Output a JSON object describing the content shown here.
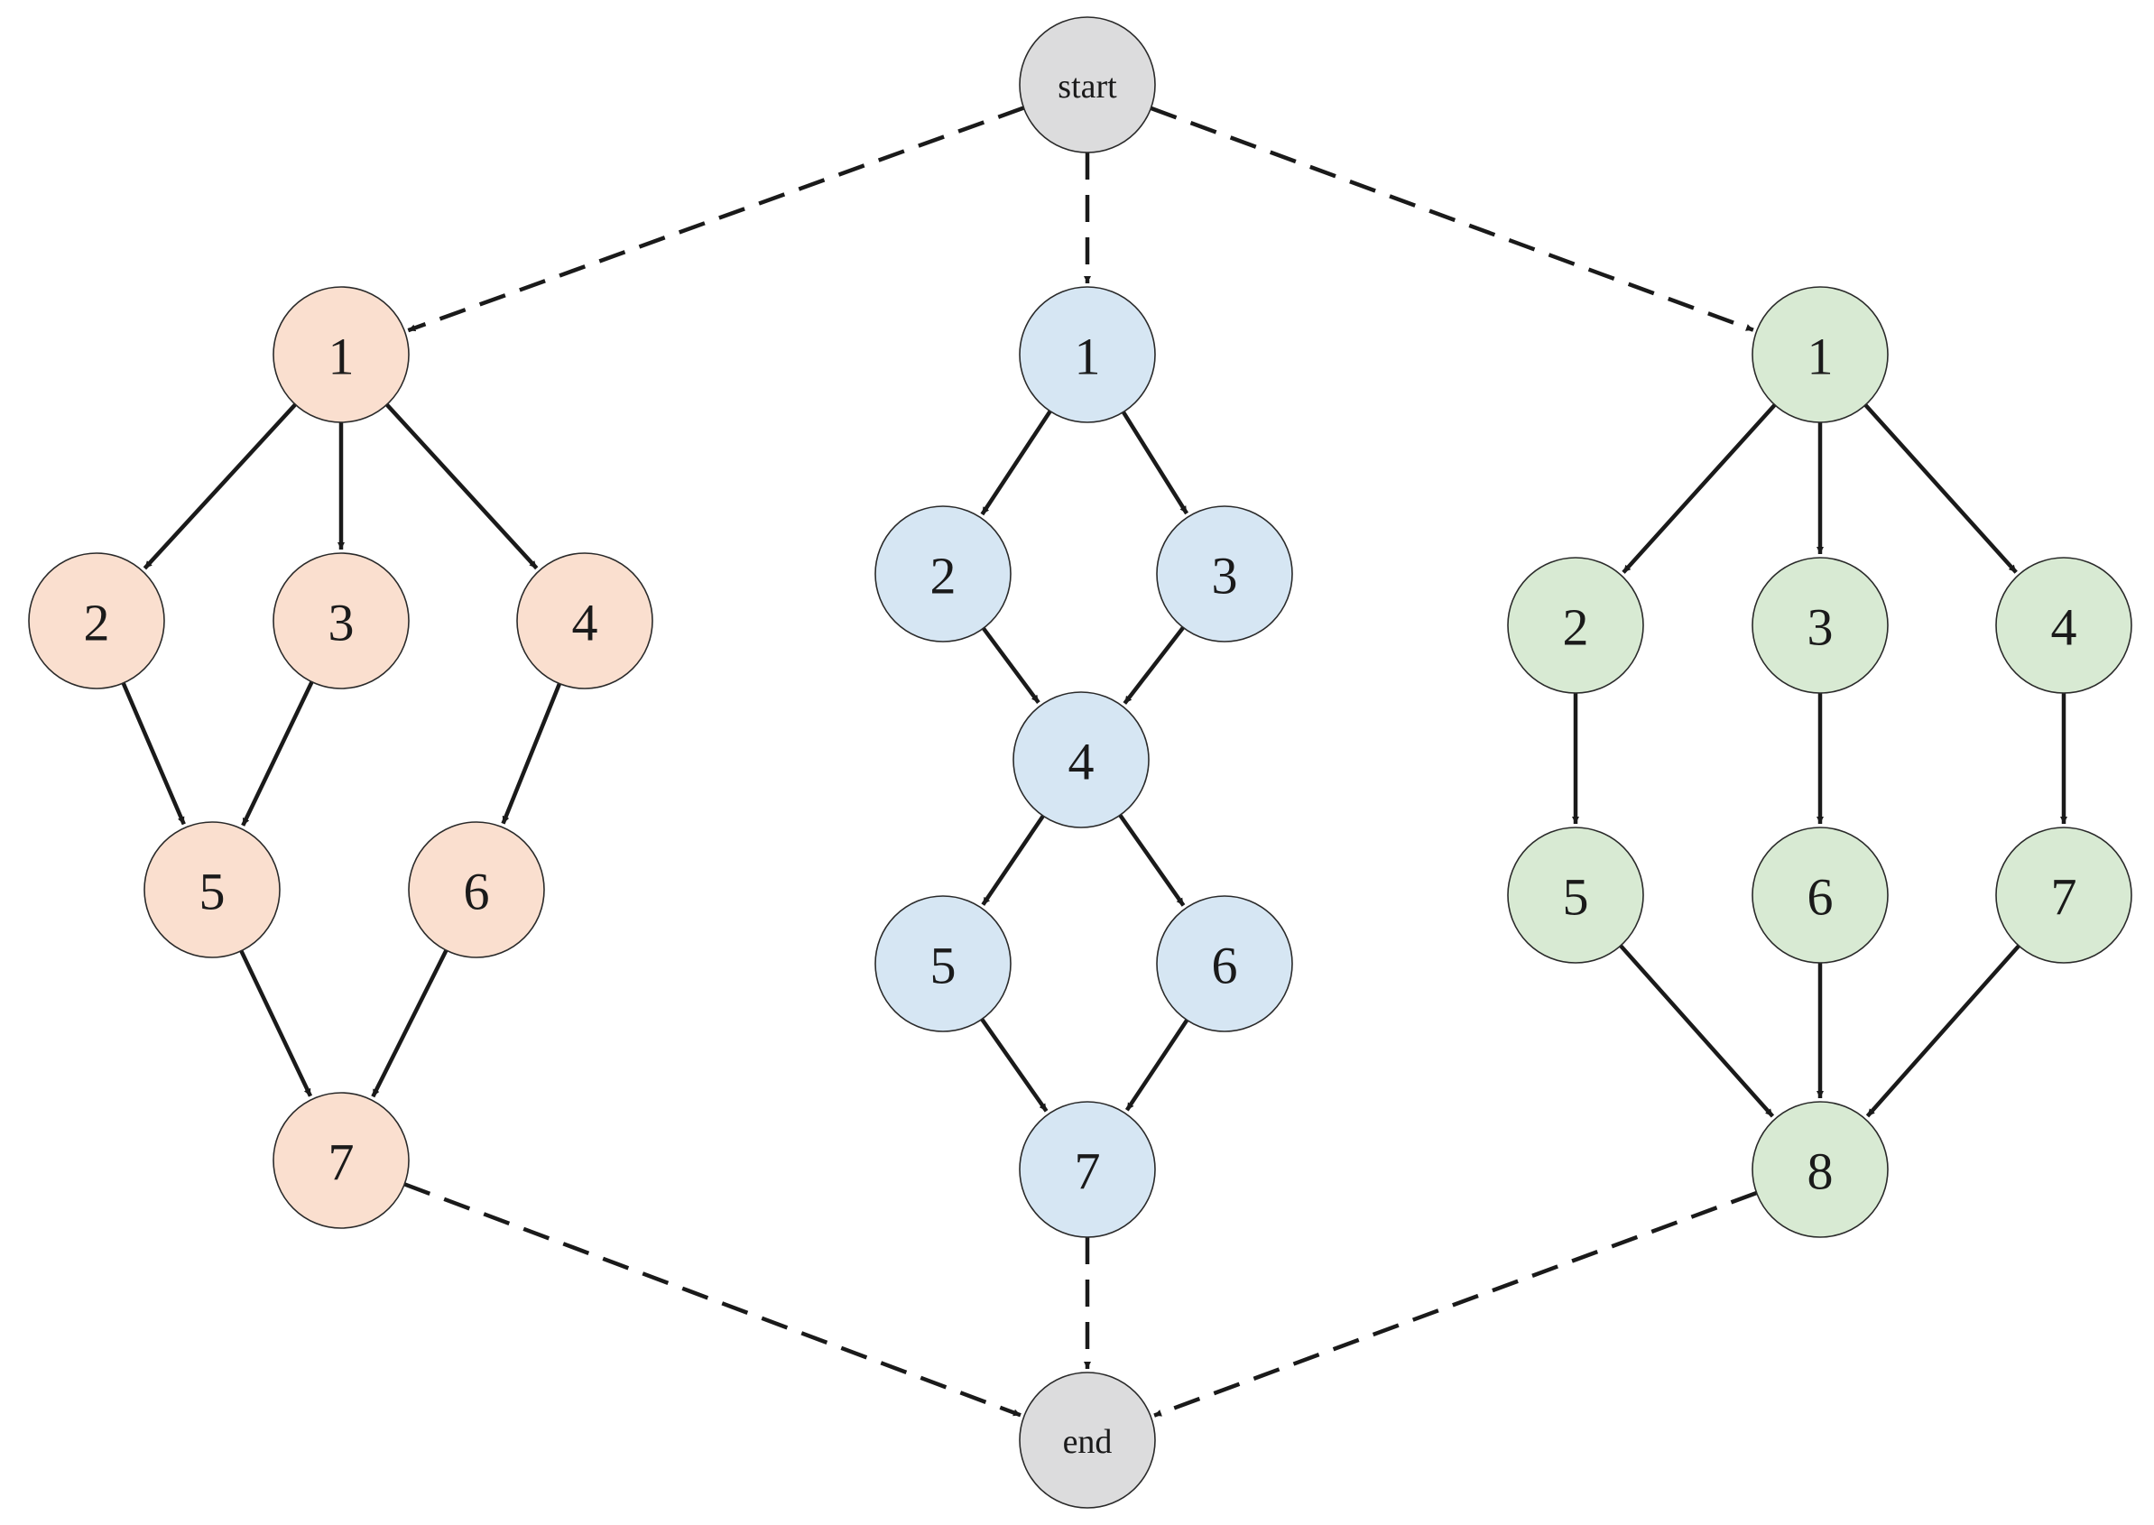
{
  "colors": {
    "terminal": "#dcdcdd",
    "orange": "#fadfcf",
    "blue": "#d6e6f3",
    "green": "#d8ead3",
    "edge": "#1a1a1a"
  },
  "terminals": {
    "start": "start",
    "end": "end"
  },
  "graphs": [
    {
      "id": "orange",
      "color_key": "orange",
      "nodes": [
        "1",
        "2",
        "3",
        "4",
        "5",
        "6",
        "7"
      ],
      "edges": [
        [
          "1",
          "2"
        ],
        [
          "1",
          "3"
        ],
        [
          "1",
          "4"
        ],
        [
          "2",
          "5"
        ],
        [
          "3",
          "5"
        ],
        [
          "4",
          "6"
        ],
        [
          "5",
          "7"
        ],
        [
          "6",
          "7"
        ]
      ]
    },
    {
      "id": "blue",
      "color_key": "blue",
      "nodes": [
        "1",
        "2",
        "3",
        "4",
        "5",
        "6",
        "7"
      ],
      "edges": [
        [
          "1",
          "2"
        ],
        [
          "1",
          "3"
        ],
        [
          "2",
          "4"
        ],
        [
          "3",
          "4"
        ],
        [
          "4",
          "5"
        ],
        [
          "4",
          "6"
        ],
        [
          "5",
          "7"
        ],
        [
          "6",
          "7"
        ]
      ]
    },
    {
      "id": "green",
      "color_key": "green",
      "nodes": [
        "1",
        "2",
        "3",
        "4",
        "5",
        "6",
        "7",
        "8"
      ],
      "edges": [
        [
          "1",
          "2"
        ],
        [
          "1",
          "3"
        ],
        [
          "1",
          "4"
        ],
        [
          "2",
          "5"
        ],
        [
          "3",
          "6"
        ],
        [
          "4",
          "7"
        ],
        [
          "5",
          "8"
        ],
        [
          "6",
          "8"
        ],
        [
          "7",
          "8"
        ]
      ]
    }
  ]
}
